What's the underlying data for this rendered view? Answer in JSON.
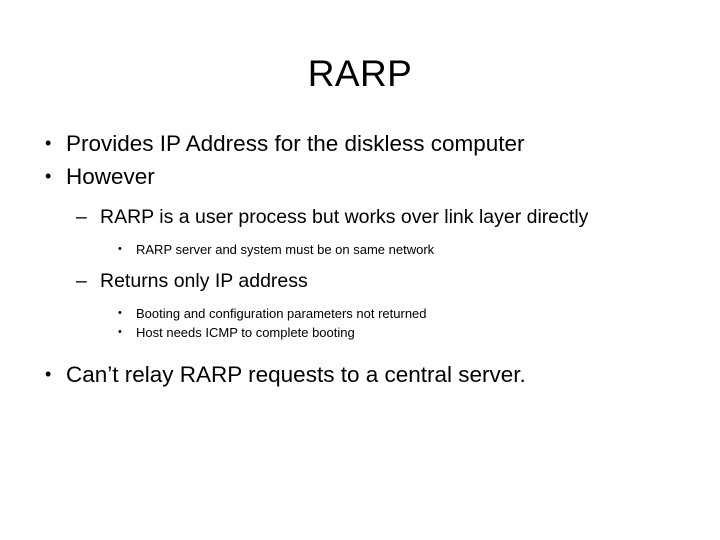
{
  "slide": {
    "title": "RARP",
    "background_color": "#ffffff",
    "text_color": "#000000",
    "bullet_glyph_level1": "•",
    "bullet_glyph_level2": "–",
    "bullet_glyph_level3": "•",
    "content": [
      {
        "level": 1,
        "text": "Provides IP Address for the diskless computer"
      },
      {
        "level": 1,
        "text": "However"
      },
      {
        "level": 2,
        "text": "RARP is a user process but works over link layer directly"
      },
      {
        "level": 3,
        "text": "RARP server and system must be on same network"
      },
      {
        "level": 2,
        "text": "Returns only IP address"
      },
      {
        "level": 3,
        "text": "Booting and configuration parameters not returned"
      },
      {
        "level": 3,
        "text": "Host needs ICMP to complete booting"
      },
      {
        "level": 1,
        "text": "Can’t relay RARP requests to a central server."
      }
    ]
  }
}
